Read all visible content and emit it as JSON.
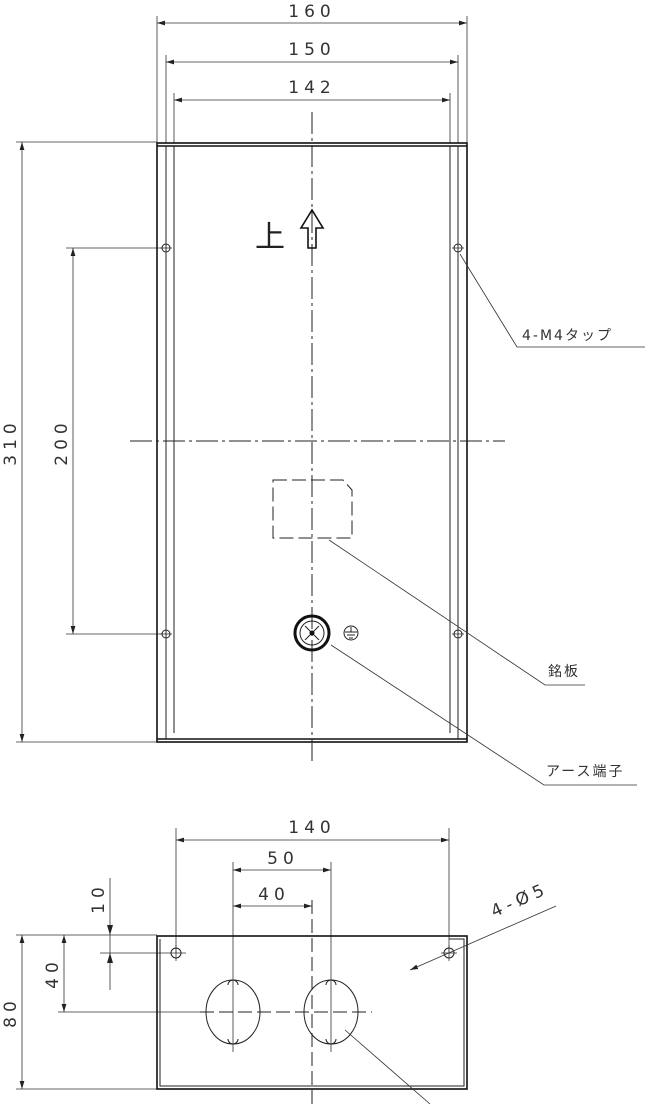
{
  "front_view": {
    "dimensions": {
      "width_outer": "160",
      "width_mid": "150",
      "width_inner": "142",
      "height_total": "310",
      "hole_pitch": "200"
    },
    "up_mark": "上",
    "labels": {
      "tap": "4-M4タップ",
      "nameplate": "銘板",
      "earth": "アース端子"
    }
  },
  "bottom_view": {
    "dimensions": {
      "hole_span": "140",
      "knockout_pitch_outer": "50",
      "knockout_pitch_center": "40",
      "hole_offset": "10",
      "knockout_height": "40",
      "depth": "80"
    },
    "labels": {
      "holes": "4-Ø5"
    }
  }
}
